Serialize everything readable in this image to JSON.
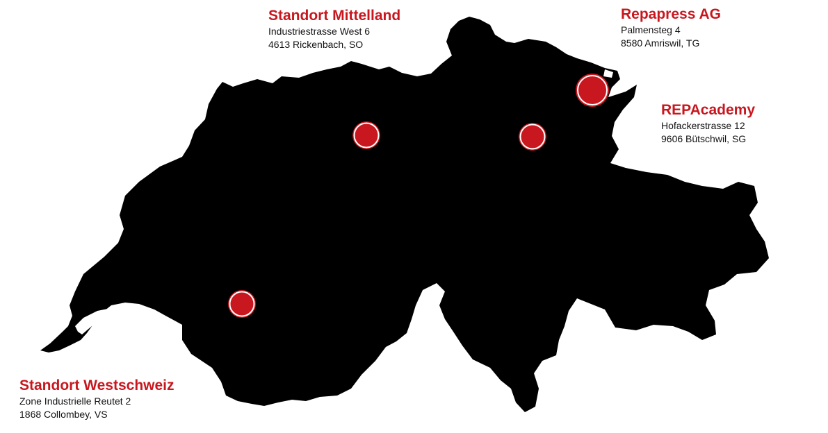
{
  "map": {
    "country": "switzerland",
    "land_color": "#000000",
    "marker_color": "#c8171e",
    "marker_ring_color": "#ffffff"
  },
  "locations": {
    "mittelland": {
      "name": "Standort Mittelland",
      "street": "Industriestrasse West 6",
      "city": "4613 Rickenbach, SO"
    },
    "repapress": {
      "name": "Repapress AG",
      "street": "Palmensteg 4",
      "city": "8580 Amriswil, TG"
    },
    "repacademy": {
      "name": "REPAcademy",
      "street": "Hofackerstrasse 12",
      "city": "9606 Bütschwil, SG"
    },
    "westschweiz": {
      "name": "Standort Westschweiz",
      "street": "Zone Industrielle Reutet 2",
      "city": "1868 Collombey, VS"
    }
  }
}
